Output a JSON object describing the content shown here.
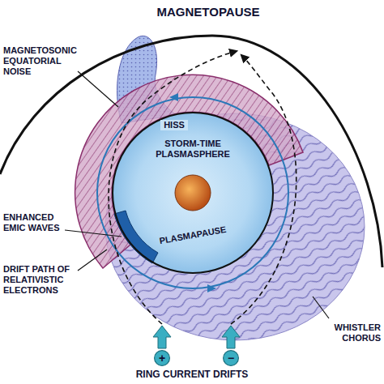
{
  "diagram": {
    "nodes": [
      {
        "text": [
          "STORM-TIME PLASMASPHERE"
        ]
      },
      {
        "text": [
          "+"
        ]
      },
      {
        "text": [
          "−"
        ]
      }
    ],
    "labels": [
      "MAGNETOPAUSE",
      "MAGNETOSONIC EQUATORIAL NOISE",
      "HISS",
      "ENHANCED EMIC WAVES",
      "PLASMAPAUSE",
      "DRIFT PATH OF RELATIVISTIC ELECTRONS",
      "WHISTLER CHORUS",
      "RING CURRENT DRIFTS"
    ]
  }
}
